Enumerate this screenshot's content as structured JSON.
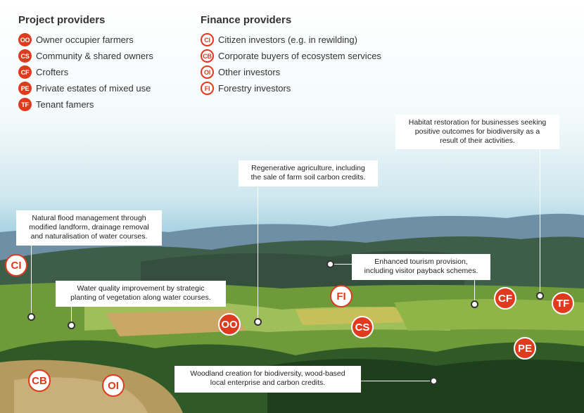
{
  "legend": {
    "project_title": "Project providers",
    "project": [
      {
        "code": "OO",
        "label": "Owner occupier farmers"
      },
      {
        "code": "CS",
        "label": "Community & shared owners"
      },
      {
        "code": "CF",
        "label": "Crofters"
      },
      {
        "code": "PE",
        "label": "Private estates of mixed use"
      },
      {
        "code": "TF",
        "label": "Tenant famers"
      }
    ],
    "finance_title": "Finance providers",
    "finance": [
      {
        "code": "CI",
        "label": "Citizen investors (e.g. in rewilding)"
      },
      {
        "code": "CB",
        "label": "Corporate buyers of ecosystem services"
      },
      {
        "code": "OI",
        "label": "Other investors"
      },
      {
        "code": "FI",
        "label": "Forestry investors"
      }
    ]
  },
  "callouts": {
    "habitat": "Habitat restoration for businesses seeking\npositive outcomes for biodiversity as a\nresult of their activities.",
    "regenerative": "Regenerative agriculture, including\nthe sale of farm soil carbon credits.",
    "flood": "Natural flood management through\nmodified landform, drainage removal\nand naturalisation of water courses.",
    "tourism": "Enhanced tourism provision,\nincluding visitor payback schemes.",
    "water": "Water quality improvement by strategic\nplanting of vegetation along water courses.",
    "woodland": "Woodland creation for biodiversity, wood-based\nlocal enterprise and carbon credits."
  },
  "badges": {
    "ci": "CI",
    "fi": "FI",
    "oo": "OO",
    "cs": "CS",
    "cf": "CF",
    "tf": "TF",
    "pe": "PE",
    "cb": "CB",
    "oi": "OI"
  },
  "colors": {
    "provider_red": "#e03a1e",
    "sky_top": "#cfe7ef",
    "sky_bottom": "#5aa9c6",
    "hills": "#3f5e4a",
    "fields": "#6f9a3a"
  }
}
